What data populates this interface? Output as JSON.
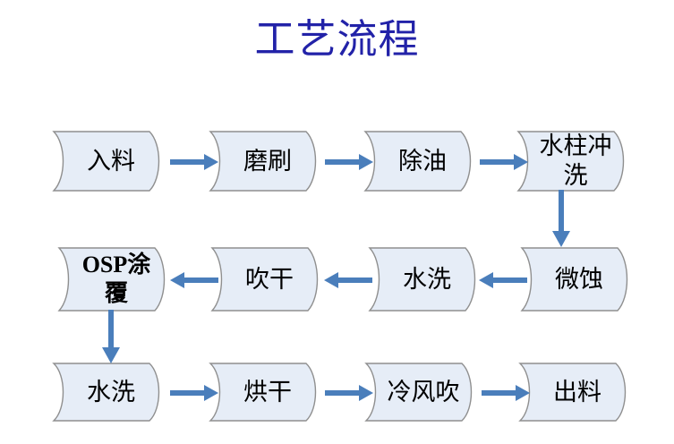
{
  "title": "工艺流程",
  "theme": {
    "title_color": "#2222A8",
    "node_fill": "#E6EDF7",
    "node_stroke": "#8F8F8F",
    "node_text": "#000000",
    "arrow_color": "#4A7EBB",
    "background": "#FFFFFF"
  },
  "flow": {
    "rows": [
      {
        "direction": "left-to-right",
        "nodes": [
          {
            "id": "in-feed",
            "label": "入料",
            "bold": false,
            "lines": 1
          },
          {
            "id": "grind-brush",
            "label": "磨刷",
            "bold": false,
            "lines": 1
          },
          {
            "id": "degrease",
            "label": "除油",
            "bold": false,
            "lines": 1
          },
          {
            "id": "water-jet-rinse",
            "label": "水柱冲\n洗",
            "bold": false,
            "lines": 2
          }
        ]
      },
      {
        "direction": "right-to-left",
        "nodes": [
          {
            "id": "osp-coating",
            "label": "OSP涂\n覆",
            "bold": true,
            "lines": 2
          },
          {
            "id": "blow-dry",
            "label": "吹干",
            "bold": false,
            "lines": 1
          },
          {
            "id": "water-wash-2",
            "label": "水洗",
            "bold": false,
            "lines": 1
          },
          {
            "id": "micro-etch",
            "label": "微蚀",
            "bold": false,
            "lines": 1
          }
        ]
      },
      {
        "direction": "left-to-right",
        "nodes": [
          {
            "id": "water-wash-3",
            "label": "水洗",
            "bold": false,
            "lines": 1
          },
          {
            "id": "bake-dry",
            "label": "烘干",
            "bold": false,
            "lines": 1
          },
          {
            "id": "cold-air-blow",
            "label": "冷风吹",
            "bold": false,
            "lines": 1
          },
          {
            "id": "out-feed",
            "label": "出料",
            "bold": false,
            "lines": 1
          }
        ]
      }
    ],
    "connectors": [
      {
        "id": "c1",
        "from": "in-feed",
        "to": "grind-brush",
        "direction": "right"
      },
      {
        "id": "c2",
        "from": "grind-brush",
        "to": "degrease",
        "direction": "right"
      },
      {
        "id": "c3",
        "from": "degrease",
        "to": "water-jet-rinse",
        "direction": "right"
      },
      {
        "id": "c4",
        "from": "water-jet-rinse",
        "to": "micro-etch",
        "direction": "down"
      },
      {
        "id": "c5",
        "from": "micro-etch",
        "to": "water-wash-2",
        "direction": "left"
      },
      {
        "id": "c6",
        "from": "water-wash-2",
        "to": "blow-dry",
        "direction": "left"
      },
      {
        "id": "c7",
        "from": "blow-dry",
        "to": "osp-coating",
        "direction": "left"
      },
      {
        "id": "c8",
        "from": "osp-coating",
        "to": "water-wash-3",
        "direction": "down"
      },
      {
        "id": "c9",
        "from": "water-wash-3",
        "to": "bake-dry",
        "direction": "right"
      },
      {
        "id": "c10",
        "from": "bake-dry",
        "to": "cold-air-blow",
        "direction": "right"
      },
      {
        "id": "c11",
        "from": "cold-air-blow",
        "to": "out-feed",
        "direction": "right"
      }
    ]
  }
}
